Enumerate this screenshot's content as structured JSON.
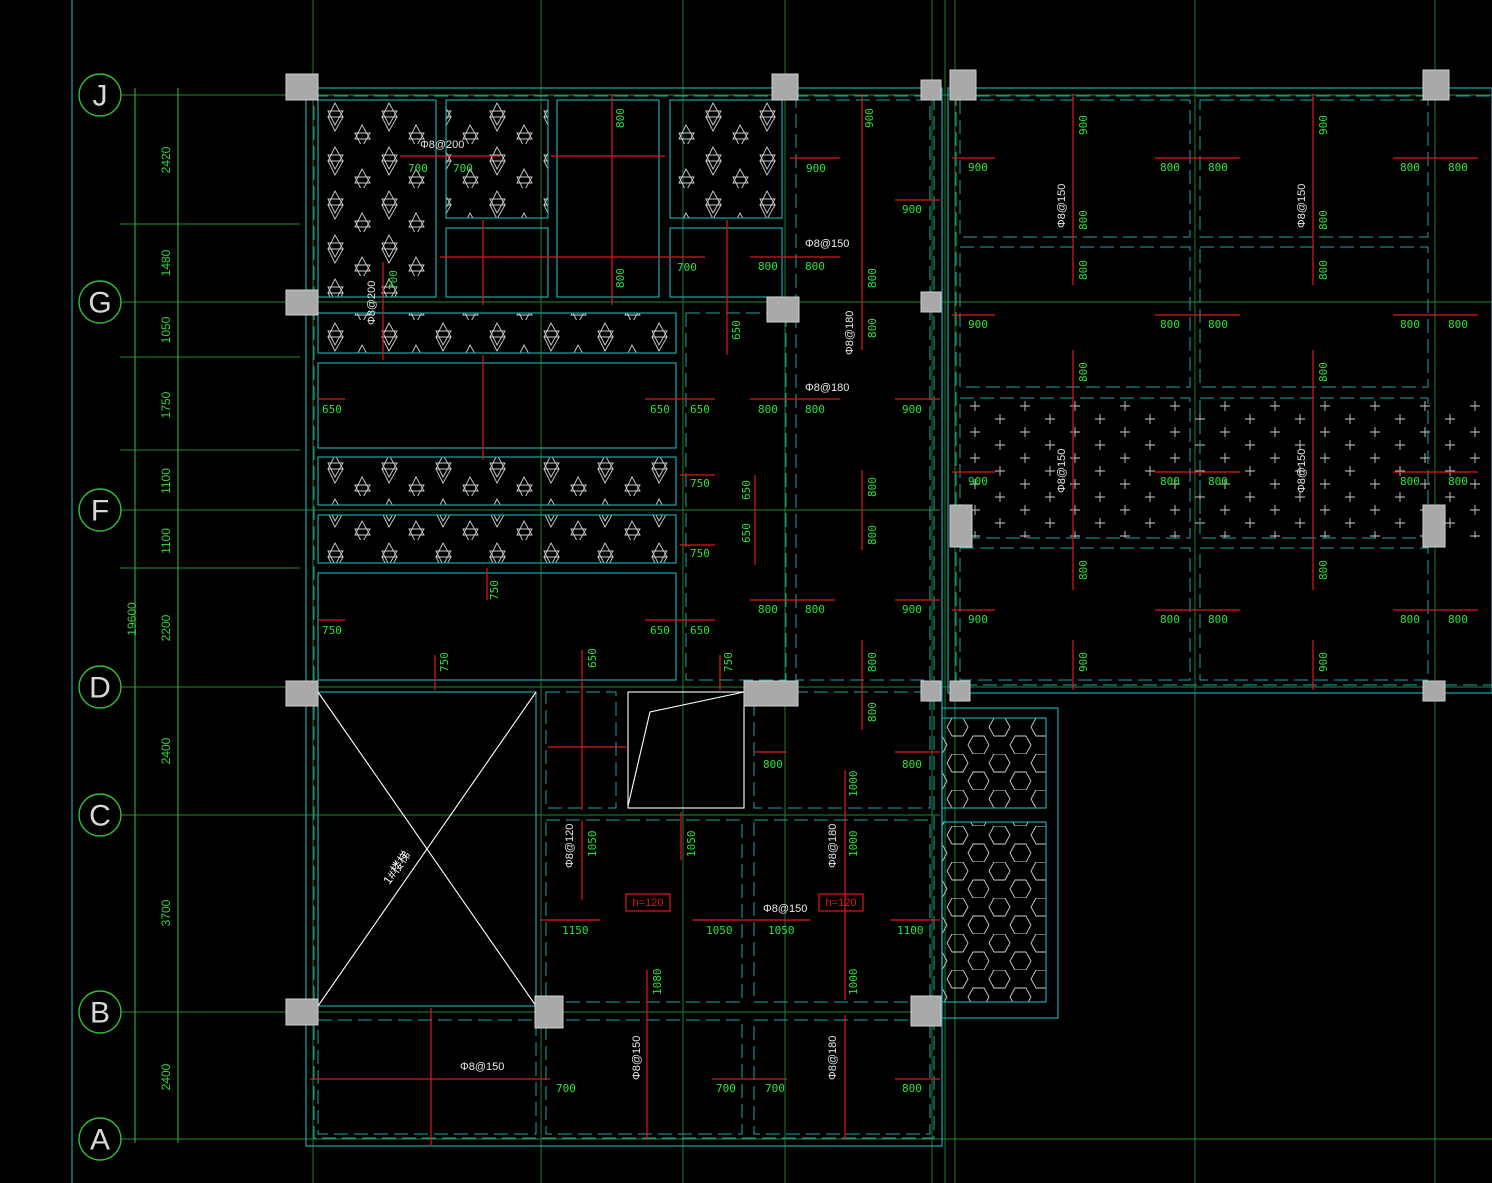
{
  "axes": {
    "J": "J",
    "G": "G",
    "F": "F",
    "D": "D",
    "C": "C",
    "B": "B",
    "A": "A"
  },
  "dimensions": {
    "d_2420": "2420",
    "d_1480": "1480",
    "d_1050": "1050",
    "d_1750": "1750",
    "d_1100a": "1100",
    "d_1100b": "1100",
    "d_2200": "2200",
    "d_2400a": "2400",
    "d_3700": "3700",
    "d_2400b": "2400",
    "total": "19600"
  },
  "rebar_notes": {
    "r1": "Φ8@200",
    "r2": "Φ8@200",
    "r3": "Φ8@150",
    "r4": "Φ8@180",
    "r5": "Φ8@180",
    "r6": "Φ8@150",
    "r7": "Φ8@150",
    "r8": "Φ8@150",
    "r9": "Φ8@150",
    "r10": "Φ8@120",
    "r11": "Φ8@180",
    "r12": "Φ8@150",
    "r13": "Φ8@150",
    "r14": "Φ8@150",
    "r15": "Φ8@180"
  },
  "slab_tags": {
    "t1": "h=120",
    "t2": "h=120"
  },
  "stair_label": "1#楼梯",
  "lengths": {
    "l700": "700",
    "l800": "800",
    "l900": "900",
    "l650": "650",
    "l750": "750",
    "l1050": "1050",
    "l1150": "1150",
    "l1100": "1100",
    "l1000": "1000",
    "l1080": "1080"
  },
  "colors": {
    "background": "#000000",
    "grid": "#1f8a2f",
    "wall": "#1aa6a6",
    "rebar": "#e01818",
    "dimension_text": "#2fd23a",
    "column": "#a9a9a9"
  }
}
